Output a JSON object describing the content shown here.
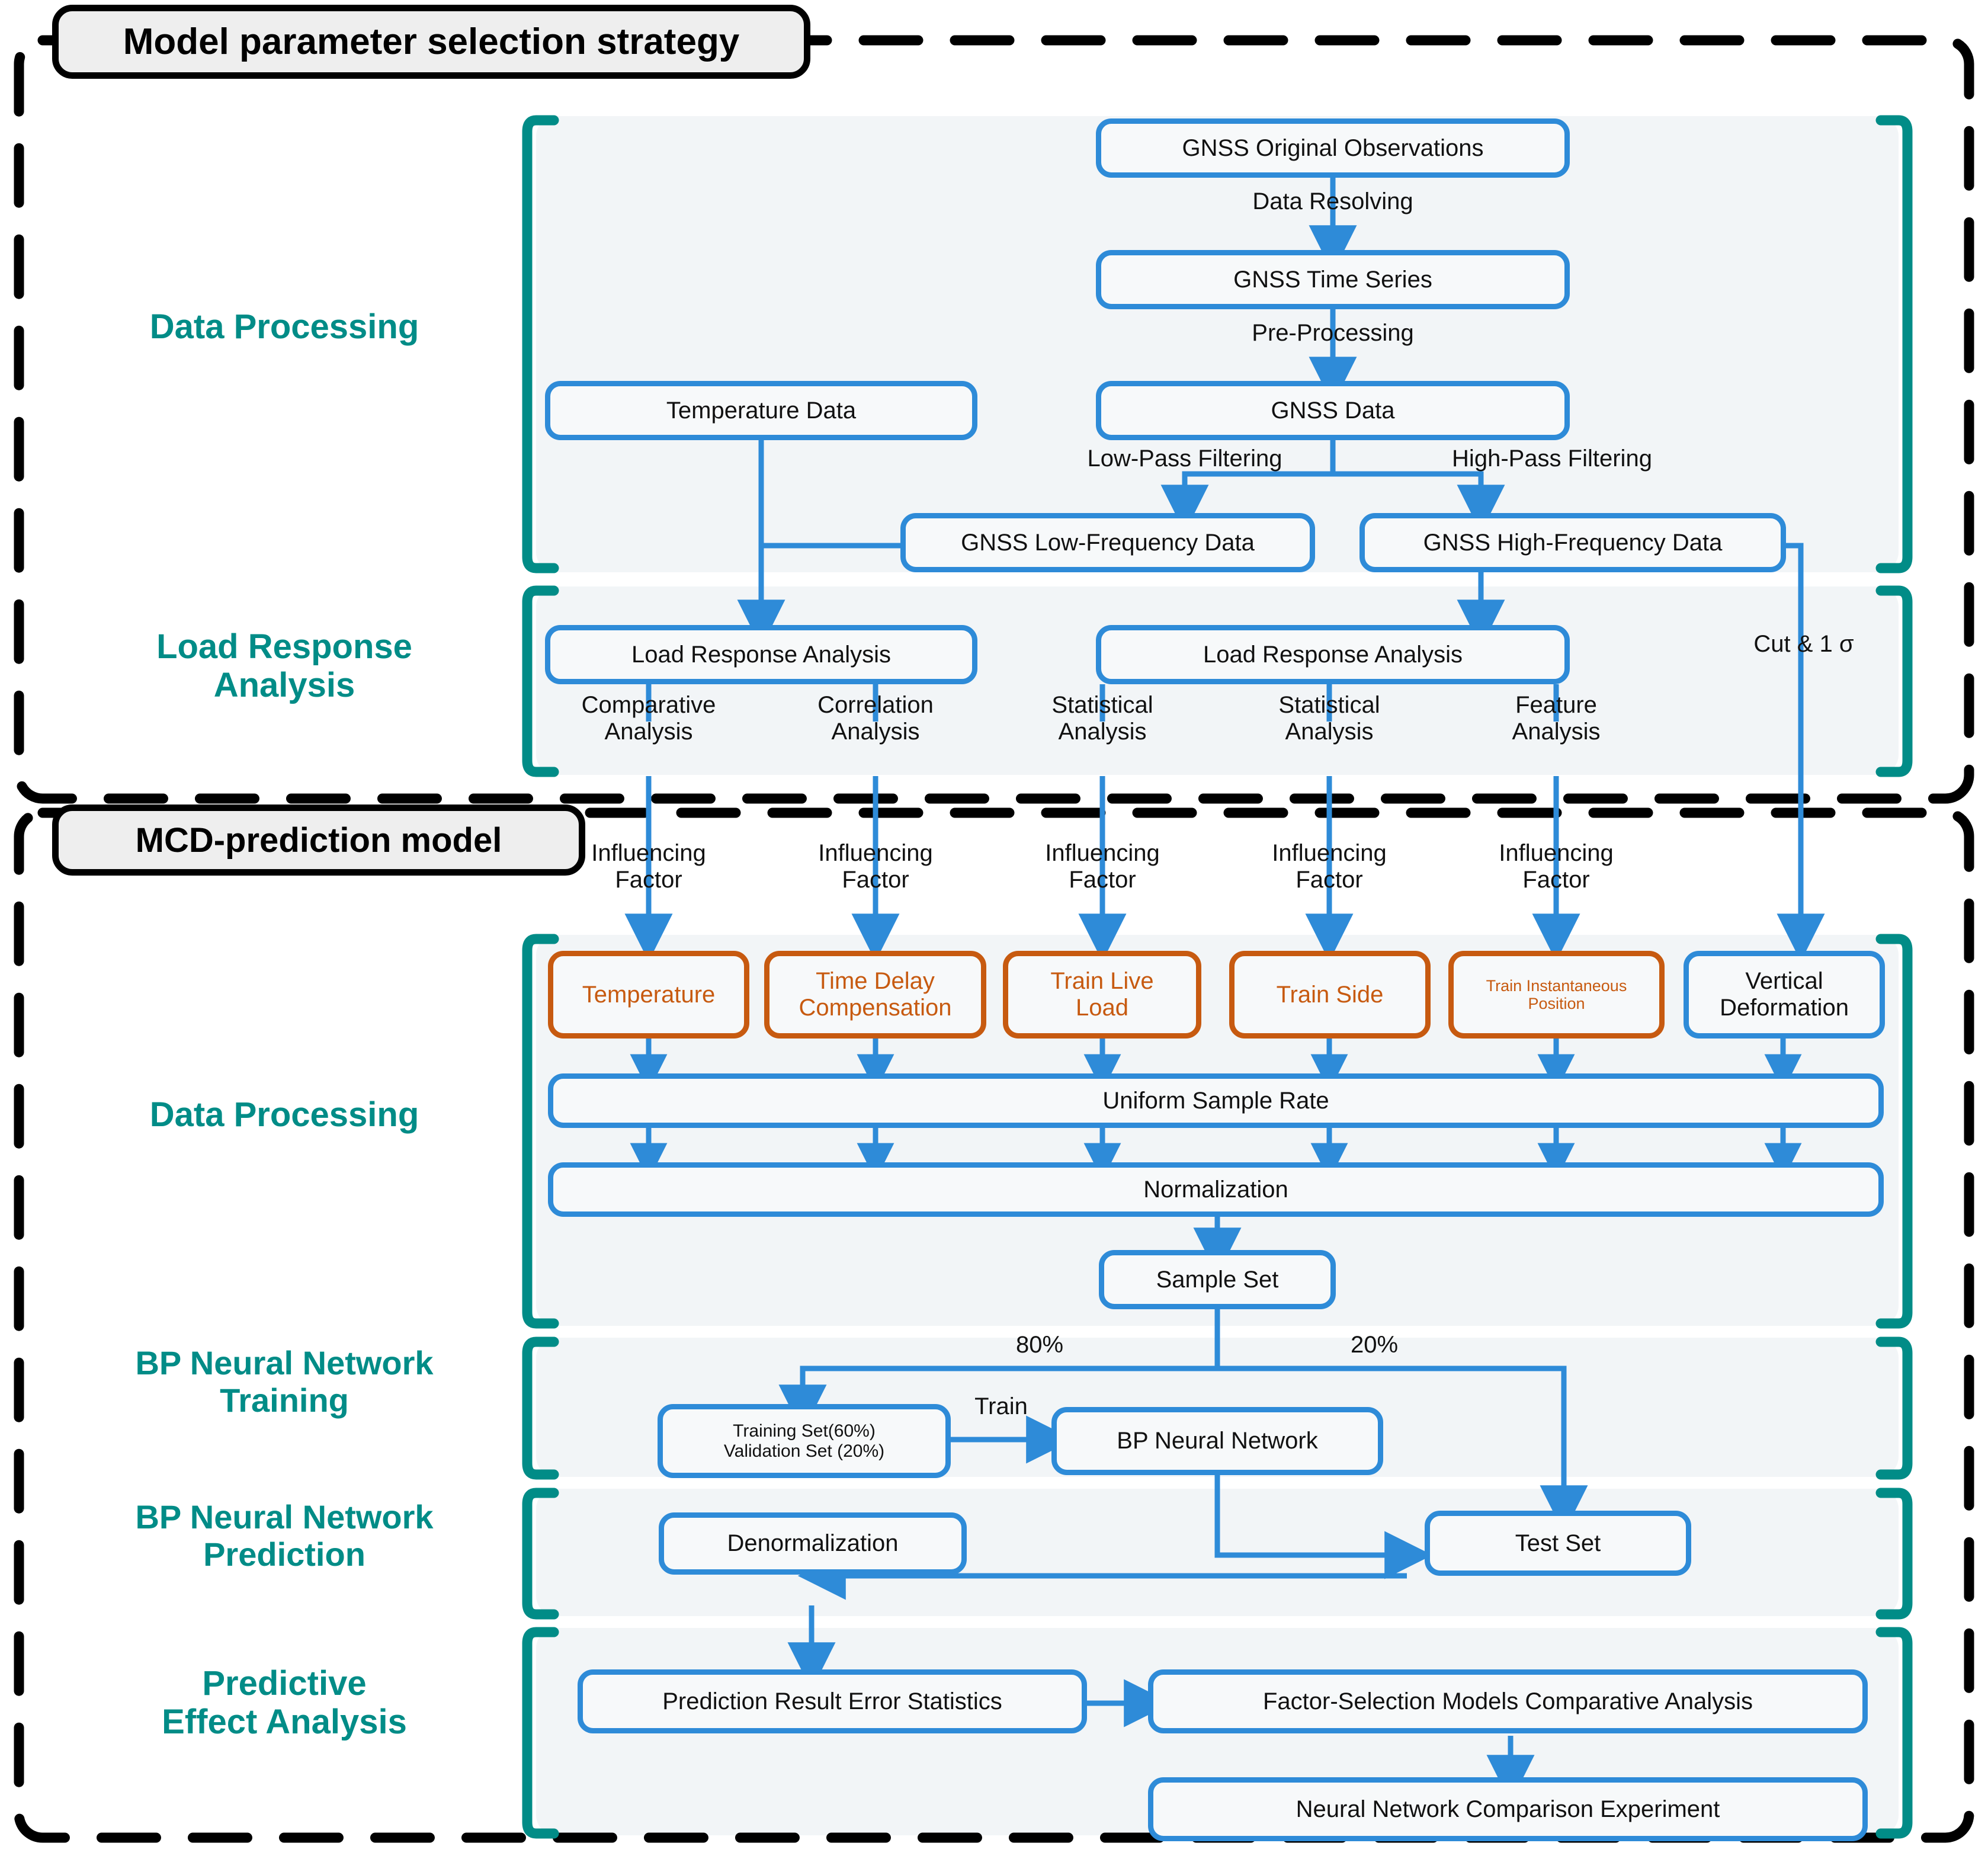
{
  "figure": {
    "type": "flowchart",
    "colors": {
      "node_blue": "#2e8bd8",
      "node_orange": "#c75a10",
      "stage_teal": "#018c87",
      "panel_bg": "#f2f5f7",
      "outline_black": "#000000"
    }
  },
  "sections": [
    {
      "id": "strategy",
      "title": "Model parameter selection strategy"
    },
    {
      "id": "mcd",
      "title": "MCD-prediction model"
    }
  ],
  "stage_labels": [
    {
      "id": "dp1",
      "text": "Data Processing"
    },
    {
      "id": "lra",
      "text": "Load Response\nAnalysis"
    },
    {
      "id": "dp2",
      "text": "Data Processing"
    },
    {
      "id": "bpt",
      "text": "BP Neural Network\nTraining"
    },
    {
      "id": "bpp",
      "text": "BP Neural Network\nPrediction"
    },
    {
      "id": "pea",
      "text": "Predictive\nEffect Analysis"
    }
  ],
  "nodes": [
    {
      "id": "gnss_obs",
      "label": "GNSS Original Observations",
      "style": "blue"
    },
    {
      "id": "gnss_ts",
      "label": "GNSS Time Series",
      "style": "blue"
    },
    {
      "id": "gnss_data",
      "label": "GNSS Data",
      "style": "blue"
    },
    {
      "id": "temp_data",
      "label": "Temperature Data",
      "style": "blue"
    },
    {
      "id": "gnss_low",
      "label": "GNSS Low-Frequency Data",
      "style": "blue"
    },
    {
      "id": "gnss_high",
      "label": "GNSS High-Frequency Data",
      "style": "blue"
    },
    {
      "id": "lra_left",
      "label": "Load Response Analysis",
      "style": "blue"
    },
    {
      "id": "lra_right",
      "label": "Load Response Analysis",
      "style": "blue"
    },
    {
      "id": "f_temp",
      "label": "Temperature",
      "style": "orange"
    },
    {
      "id": "f_delay",
      "label": "Time Delay\nCompensation",
      "style": "orange"
    },
    {
      "id": "f_live",
      "label": "Train Live\nLoad",
      "style": "orange"
    },
    {
      "id": "f_side",
      "label": "Train Side",
      "style": "orange"
    },
    {
      "id": "f_pos",
      "label": "Train  Instantaneous\nPosition",
      "style": "orange"
    },
    {
      "id": "f_vert",
      "label": "Vertical\nDeformation",
      "style": "blue"
    },
    {
      "id": "usr",
      "label": "Uniform Sample Rate",
      "style": "blue"
    },
    {
      "id": "norm",
      "label": "Normalization",
      "style": "blue"
    },
    {
      "id": "sample_set",
      "label": "Sample Set",
      "style": "blue"
    },
    {
      "id": "train_val",
      "label": "Training Set(60%)\nValidation Set (20%)",
      "style": "blue"
    },
    {
      "id": "bpnn",
      "label": "BP Neural Network",
      "style": "blue"
    },
    {
      "id": "test_set",
      "label": "Test Set",
      "style": "blue"
    },
    {
      "id": "denorm",
      "label": "Denormalization",
      "style": "blue"
    },
    {
      "id": "pres",
      "label": "Prediction Result Error Statistics",
      "style": "blue"
    },
    {
      "id": "fsm",
      "label": "Factor-Selection Models Comparative Analysis",
      "style": "blue"
    },
    {
      "id": "nnce",
      "label": "Neural Network Comparison Experiment",
      "style": "blue"
    }
  ],
  "edge_labels": [
    {
      "id": "e_resolve",
      "text": "Data Resolving"
    },
    {
      "id": "e_prep",
      "text": "Pre-Processing"
    },
    {
      "id": "e_lowpass",
      "text": "Low-Pass Filtering"
    },
    {
      "id": "e_highpass",
      "text": "High-Pass Filtering"
    },
    {
      "id": "e_cut",
      "text": "Cut & 1 σ"
    },
    {
      "id": "e_comp",
      "text": "Comparative\nAnalysis"
    },
    {
      "id": "e_corr",
      "text": "Correlation\nAnalysis"
    },
    {
      "id": "e_stat1",
      "text": "Statistical\nAnalysis"
    },
    {
      "id": "e_stat2",
      "text": "Statistical\nAnalysis"
    },
    {
      "id": "e_feat",
      "text": "Feature\nAnalysis"
    },
    {
      "id": "e_if1",
      "text": "Influencing\nFactor"
    },
    {
      "id": "e_if2",
      "text": "Influencing\nFactor"
    },
    {
      "id": "e_if3",
      "text": "Influencing\nFactor"
    },
    {
      "id": "e_if4",
      "text": "Influencing\nFactor"
    },
    {
      "id": "e_if5",
      "text": "Influencing\nFactor"
    },
    {
      "id": "e_80",
      "text": "80%"
    },
    {
      "id": "e_20",
      "text": "20%"
    },
    {
      "id": "e_train",
      "text": "Train"
    }
  ]
}
